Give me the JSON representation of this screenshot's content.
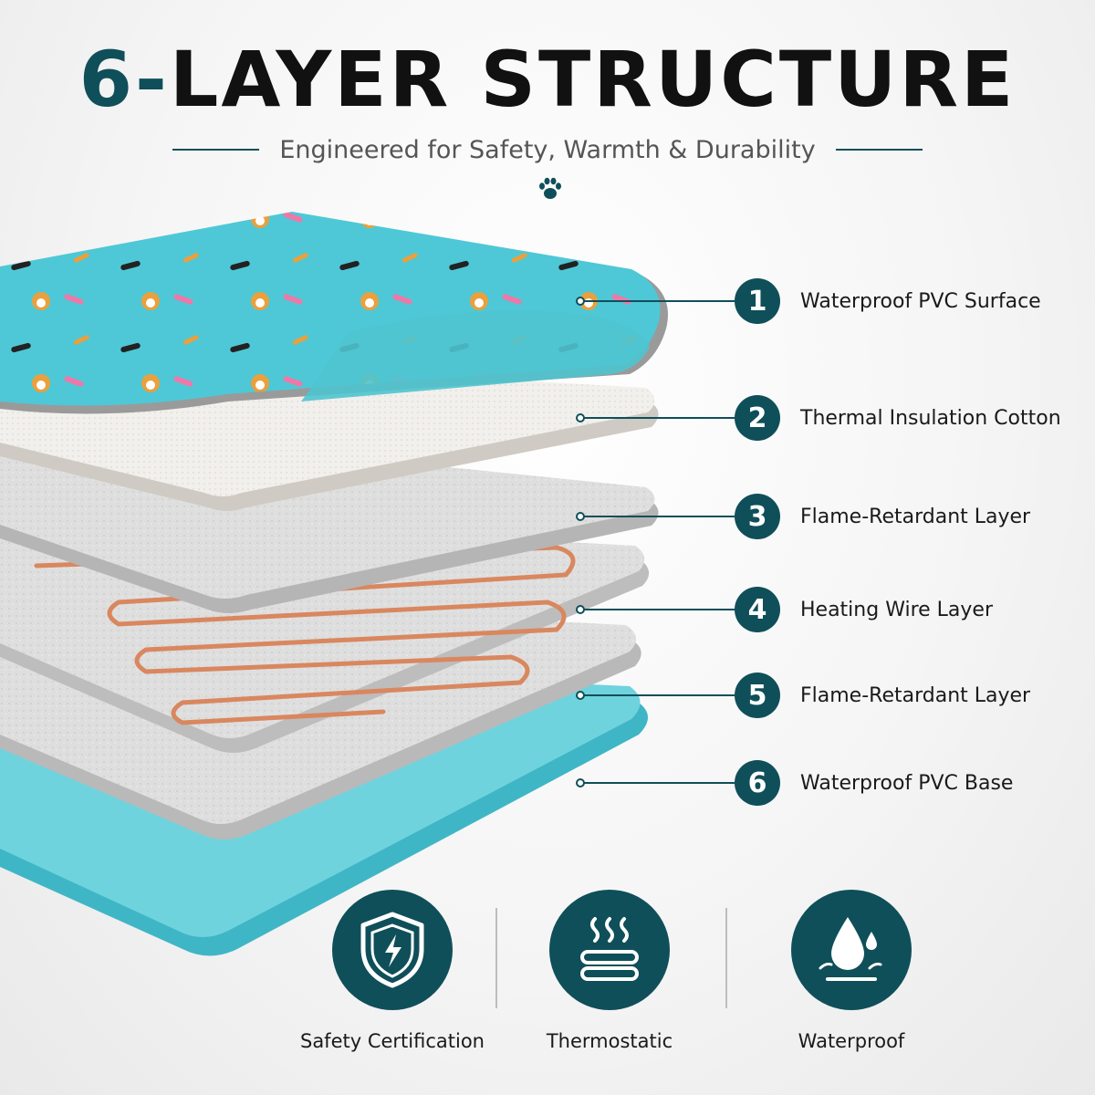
{
  "title": {
    "accent": "6-",
    "main": "LAYER STRUCTURE"
  },
  "subtitle": "Engineered for Safety, Warmth & Durability",
  "colors": {
    "brand": "#0f4f59",
    "pvc_teal": "#4ec8d6",
    "felt_gray": "#d9d9d9",
    "copper": "#d9875f"
  },
  "layers": [
    {
      "number": "1",
      "label": "Waterproof PVC Surface"
    },
    {
      "number": "2",
      "label": "Thermal Insulation Cotton"
    },
    {
      "number": "3",
      "label": "Flame-Retardant Layer"
    },
    {
      "number": "4",
      "label": "Heating Wire Layer"
    },
    {
      "number": "5",
      "label": "Flame-Retardant Layer"
    },
    {
      "number": "6",
      "label": "Waterproof PVC Base"
    }
  ],
  "features": [
    {
      "label": "Safety Certification",
      "icon": "shield-lightning-icon"
    },
    {
      "label": "Thermostatic",
      "icon": "heat-waves-icon"
    },
    {
      "label": "Waterproof",
      "icon": "water-drop-icon"
    }
  ]
}
